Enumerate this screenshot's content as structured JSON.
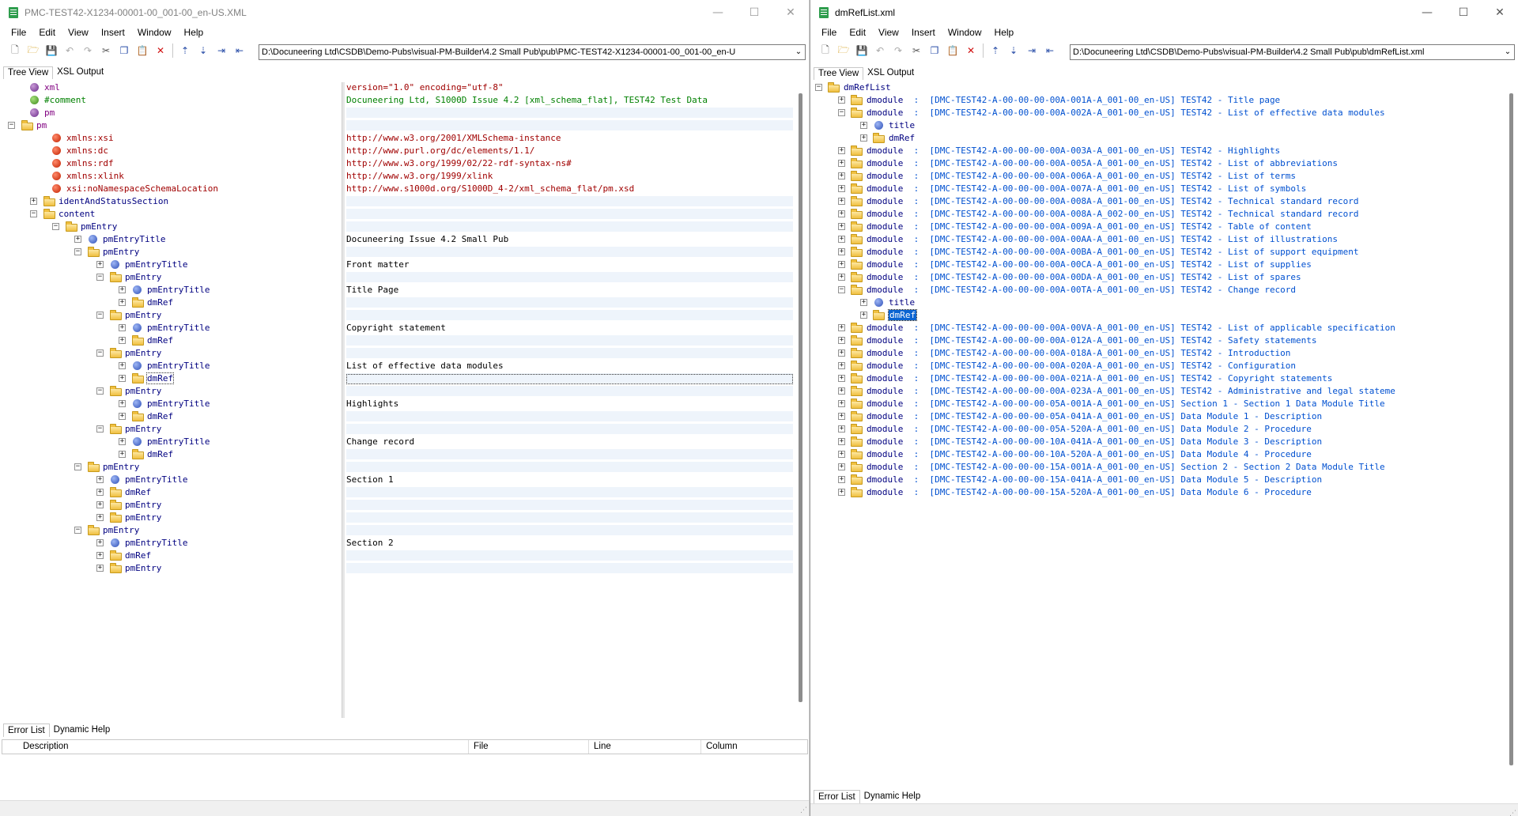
{
  "left_window": {
    "title": "PMC-TEST42-X1234-00001-00_001-00_en-US.XML",
    "controls": {
      "minimize": "—",
      "maximize": "☐",
      "close": "✕"
    },
    "menu": [
      "File",
      "Edit",
      "View",
      "Insert",
      "Window",
      "Help"
    ],
    "path": "D:\\Docuneering Ltd\\CSDB\\Demo-Pubs\\visual-PM-Builder\\4.2 Small Pub\\pub\\PMC-TEST42-X1234-00001-00_001-00_en-U",
    "tabs": [
      "Tree View",
      "XSL Output"
    ],
    "tree": [
      {
        "label": "xml",
        "icon": "dot-purple-icon",
        "depth": 0,
        "exp": "",
        "color": "purple",
        "value": "version=\"1.0\" encoding=\"utf-8\"",
        "vcolor": "red"
      },
      {
        "label": "#comment",
        "icon": "dot-green-icon",
        "depth": 0,
        "exp": "",
        "color": "green",
        "value": "Docuneering Ltd, S1000D Issue 4.2 [xml_schema_flat], TEST42 Test Data",
        "vcolor": "green"
      },
      {
        "label": "pm",
        "icon": "dot-purple-icon",
        "depth": 0,
        "exp": "",
        "color": "purple",
        "value": "",
        "vcolor": ""
      },
      {
        "label": "pm",
        "icon": "folder-icon",
        "depth": 0,
        "exp": "−",
        "color": "purple",
        "value": "",
        "vcolor": ""
      },
      {
        "label": "xmlns:xsi",
        "icon": "dot-red-icon",
        "depth": 1,
        "exp": "",
        "color": "red",
        "value": "http://www.w3.org/2001/XMLSchema-instance",
        "vcolor": "red"
      },
      {
        "label": "xmlns:dc",
        "icon": "dot-red-icon",
        "depth": 1,
        "exp": "",
        "color": "red",
        "value": "http://www.purl.org/dc/elements/1.1/",
        "vcolor": "red"
      },
      {
        "label": "xmlns:rdf",
        "icon": "dot-red-icon",
        "depth": 1,
        "exp": "",
        "color": "red",
        "value": "http://www.w3.org/1999/02/22-rdf-syntax-ns#",
        "vcolor": "red"
      },
      {
        "label": "xmlns:xlink",
        "icon": "dot-red-icon",
        "depth": 1,
        "exp": "",
        "color": "red",
        "value": "http://www.w3.org/1999/xlink",
        "vcolor": "red"
      },
      {
        "label": "xsi:noNamespaceSchemaLocation",
        "icon": "dot-red-icon",
        "depth": 1,
        "exp": "",
        "color": "red",
        "value": "http://www.s1000d.org/S1000D_4-2/xml_schema_flat/pm.xsd",
        "vcolor": "red"
      },
      {
        "label": "identAndStatusSection",
        "icon": "folder-icon",
        "depth": 1,
        "exp": "+",
        "color": "navy",
        "value": "",
        "vcolor": ""
      },
      {
        "label": "content",
        "icon": "folder-icon",
        "depth": 1,
        "exp": "−",
        "color": "navy",
        "value": "",
        "vcolor": ""
      },
      {
        "label": "pmEntry",
        "icon": "folder-icon",
        "depth": 2,
        "exp": "−",
        "color": "navy",
        "value": "",
        "vcolor": ""
      },
      {
        "label": "pmEntryTitle",
        "icon": "dot-blue-icon",
        "depth": 3,
        "exp": "+",
        "color": "navy",
        "value": "Docuneering Issue 4.2 Small Pub",
        "vcolor": "black"
      },
      {
        "label": "pmEntry",
        "icon": "folder-icon",
        "depth": 3,
        "exp": "−",
        "color": "navy",
        "value": "",
        "vcolor": ""
      },
      {
        "label": "pmEntryTitle",
        "icon": "dot-blue-icon",
        "depth": 4,
        "exp": "+",
        "color": "navy",
        "value": "Front matter",
        "vcolor": "black"
      },
      {
        "label": "pmEntry",
        "icon": "folder-icon",
        "depth": 4,
        "exp": "−",
        "color": "navy",
        "value": "",
        "vcolor": ""
      },
      {
        "label": "pmEntryTitle",
        "icon": "dot-blue-icon",
        "depth": 5,
        "exp": "+",
        "color": "navy",
        "value": "Title Page",
        "vcolor": "black"
      },
      {
        "label": "dmRef",
        "icon": "folder-icon",
        "depth": 5,
        "exp": "+",
        "color": "navy",
        "value": "",
        "vcolor": ""
      },
      {
        "label": "pmEntry",
        "icon": "folder-icon",
        "depth": 4,
        "exp": "−",
        "color": "navy",
        "value": "",
        "vcolor": ""
      },
      {
        "label": "pmEntryTitle",
        "icon": "dot-blue-icon",
        "depth": 5,
        "exp": "+",
        "color": "navy",
        "value": "Copyright statement",
        "vcolor": "black"
      },
      {
        "label": "dmRef",
        "icon": "folder-icon",
        "depth": 5,
        "exp": "+",
        "color": "navy",
        "value": "",
        "vcolor": ""
      },
      {
        "label": "pmEntry",
        "icon": "folder-icon",
        "depth": 4,
        "exp": "−",
        "color": "navy",
        "value": "",
        "vcolor": ""
      },
      {
        "label": "pmEntryTitle",
        "icon": "dot-blue-icon",
        "depth": 5,
        "exp": "+",
        "color": "navy",
        "value": "List of effective data modules",
        "vcolor": "black"
      },
      {
        "label": "dmRef",
        "icon": "folder-icon",
        "depth": 5,
        "exp": "+",
        "color": "navy",
        "value": "",
        "vcolor": "",
        "focused": true
      },
      {
        "label": "pmEntry",
        "icon": "folder-icon",
        "depth": 4,
        "exp": "−",
        "color": "navy",
        "value": "",
        "vcolor": ""
      },
      {
        "label": "pmEntryTitle",
        "icon": "dot-blue-icon",
        "depth": 5,
        "exp": "+",
        "color": "navy",
        "value": "Highlights",
        "vcolor": "black"
      },
      {
        "label": "dmRef",
        "icon": "folder-icon",
        "depth": 5,
        "exp": "+",
        "color": "navy",
        "value": "",
        "vcolor": ""
      },
      {
        "label": "pmEntry",
        "icon": "folder-icon",
        "depth": 4,
        "exp": "−",
        "color": "navy",
        "value": "",
        "vcolor": ""
      },
      {
        "label": "pmEntryTitle",
        "icon": "dot-blue-icon",
        "depth": 5,
        "exp": "+",
        "color": "navy",
        "value": "Change record",
        "vcolor": "black"
      },
      {
        "label": "dmRef",
        "icon": "folder-icon",
        "depth": 5,
        "exp": "+",
        "color": "navy",
        "value": "",
        "vcolor": ""
      },
      {
        "label": "pmEntry",
        "icon": "folder-icon",
        "depth": 3,
        "exp": "−",
        "color": "navy",
        "value": "",
        "vcolor": ""
      },
      {
        "label": "pmEntryTitle",
        "icon": "dot-blue-icon",
        "depth": 4,
        "exp": "+",
        "color": "navy",
        "value": "Section 1",
        "vcolor": "black"
      },
      {
        "label": "dmRef",
        "icon": "folder-icon",
        "depth": 4,
        "exp": "+",
        "color": "navy",
        "value": "",
        "vcolor": ""
      },
      {
        "label": "pmEntry",
        "icon": "folder-icon",
        "depth": 4,
        "exp": "+",
        "color": "navy",
        "value": "",
        "vcolor": ""
      },
      {
        "label": "pmEntry",
        "icon": "folder-icon",
        "depth": 4,
        "exp": "+",
        "color": "navy",
        "value": "",
        "vcolor": ""
      },
      {
        "label": "pmEntry",
        "icon": "folder-icon",
        "depth": 3,
        "exp": "−",
        "color": "navy",
        "value": "",
        "vcolor": ""
      },
      {
        "label": "pmEntryTitle",
        "icon": "dot-blue-icon",
        "depth": 4,
        "exp": "+",
        "color": "navy",
        "value": "Section 2",
        "vcolor": "black"
      },
      {
        "label": "dmRef",
        "icon": "folder-icon",
        "depth": 4,
        "exp": "+",
        "color": "navy",
        "value": "",
        "vcolor": ""
      },
      {
        "label": "pmEntry",
        "icon": "folder-icon",
        "depth": 4,
        "exp": "+",
        "color": "navy",
        "value": "",
        "vcolor": ""
      }
    ],
    "bottom_tabs": [
      "Error List",
      "Dynamic Help"
    ],
    "error_columns": [
      "Description",
      "File",
      "Line",
      "Column"
    ]
  },
  "right_window": {
    "title": "dmRefList.xml",
    "controls": {
      "minimize": "—",
      "maximize": "☐",
      "close": "✕"
    },
    "menu": [
      "File",
      "Edit",
      "View",
      "Insert",
      "Window",
      "Help"
    ],
    "path": "D:\\Docuneering Ltd\\CSDB\\Demo-Pubs\\visual-PM-Builder\\4.2 Small Pub\\pub\\dmRefList.xml",
    "tabs": [
      "Tree View",
      "XSL Output"
    ],
    "root": "dmRefList",
    "tree": [
      {
        "type": "dm",
        "exp": "+",
        "text": "dmodule  :  [DMC-TEST42-A-00-00-00-00A-001A-A_001-00_en-US] TEST42 - Title page"
      },
      {
        "type": "dm",
        "exp": "−",
        "text": "dmodule  :  [DMC-TEST42-A-00-00-00-00A-002A-A_001-00_en-US] TEST42 - List of effective data modules"
      },
      {
        "type": "child-title",
        "exp": "+",
        "text": "title"
      },
      {
        "type": "child-ref",
        "exp": "+",
        "text": "dmRef"
      },
      {
        "type": "dm",
        "exp": "+",
        "text": "dmodule  :  [DMC-TEST42-A-00-00-00-00A-003A-A_001-00_en-US] TEST42 - Highlights"
      },
      {
        "type": "dm",
        "exp": "+",
        "text": "dmodule  :  [DMC-TEST42-A-00-00-00-00A-005A-A_001-00_en-US] TEST42 - List of abbreviations"
      },
      {
        "type": "dm",
        "exp": "+",
        "text": "dmodule  :  [DMC-TEST42-A-00-00-00-00A-006A-A_001-00_en-US] TEST42 - List of terms"
      },
      {
        "type": "dm",
        "exp": "+",
        "text": "dmodule  :  [DMC-TEST42-A-00-00-00-00A-007A-A_001-00_en-US] TEST42 - List of symbols"
      },
      {
        "type": "dm",
        "exp": "+",
        "text": "dmodule  :  [DMC-TEST42-A-00-00-00-00A-008A-A_001-00_en-US] TEST42 - Technical standard record"
      },
      {
        "type": "dm",
        "exp": "+",
        "text": "dmodule  :  [DMC-TEST42-A-00-00-00-00A-008A-A_002-00_en-US] TEST42 - Technical standard record"
      },
      {
        "type": "dm",
        "exp": "+",
        "text": "dmodule  :  [DMC-TEST42-A-00-00-00-00A-009A-A_001-00_en-US] TEST42 - Table of content"
      },
      {
        "type": "dm",
        "exp": "+",
        "text": "dmodule  :  [DMC-TEST42-A-00-00-00-00A-00AA-A_001-00_en-US] TEST42 - List of illustrations"
      },
      {
        "type": "dm",
        "exp": "+",
        "text": "dmodule  :  [DMC-TEST42-A-00-00-00-00A-00BA-A_001-00_en-US] TEST42 - List of support equipment"
      },
      {
        "type": "dm",
        "exp": "+",
        "text": "dmodule  :  [DMC-TEST42-A-00-00-00-00A-00CA-A_001-00_en-US] TEST42 - List of supplies"
      },
      {
        "type": "dm",
        "exp": "+",
        "text": "dmodule  :  [DMC-TEST42-A-00-00-00-00A-00DA-A_001-00_en-US] TEST42 - List of spares"
      },
      {
        "type": "dm",
        "exp": "−",
        "text": "dmodule  :  [DMC-TEST42-A-00-00-00-00A-00TA-A_001-00_en-US] TEST42 - Change record"
      },
      {
        "type": "child-title",
        "exp": "+",
        "text": "title"
      },
      {
        "type": "child-ref",
        "exp": "+",
        "text": "dmRef",
        "selected": true
      },
      {
        "type": "dm",
        "exp": "+",
        "text": "dmodule  :  [DMC-TEST42-A-00-00-00-00A-00VA-A_001-00_en-US] TEST42 - List of applicable specification"
      },
      {
        "type": "dm",
        "exp": "+",
        "text": "dmodule  :  [DMC-TEST42-A-00-00-00-00A-012A-A_001-00_en-US] TEST42 - Safety statements"
      },
      {
        "type": "dm",
        "exp": "+",
        "text": "dmodule  :  [DMC-TEST42-A-00-00-00-00A-018A-A_001-00_en-US] TEST42 - Introduction"
      },
      {
        "type": "dm",
        "exp": "+",
        "text": "dmodule  :  [DMC-TEST42-A-00-00-00-00A-020A-A_001-00_en-US] TEST42 - Configuration"
      },
      {
        "type": "dm",
        "exp": "+",
        "text": "dmodule  :  [DMC-TEST42-A-00-00-00-00A-021A-A_001-00_en-US] TEST42 - Copyright statements"
      },
      {
        "type": "dm",
        "exp": "+",
        "text": "dmodule  :  [DMC-TEST42-A-00-00-00-00A-023A-A_001-00_en-US] TEST42 - Administrative and legal stateme"
      },
      {
        "type": "dm",
        "exp": "+",
        "text": "dmodule  :  [DMC-TEST42-A-00-00-00-05A-001A-A_001-00_en-US] Section 1 - Section 1 Data Module Title"
      },
      {
        "type": "dm",
        "exp": "+",
        "text": "dmodule  :  [DMC-TEST42-A-00-00-00-05A-041A-A_001-00_en-US] Data Module 1 - Description"
      },
      {
        "type": "dm",
        "exp": "+",
        "text": "dmodule  :  [DMC-TEST42-A-00-00-00-05A-520A-A_001-00_en-US] Data Module 2 - Procedure"
      },
      {
        "type": "dm",
        "exp": "+",
        "text": "dmodule  :  [DMC-TEST42-A-00-00-00-10A-041A-A_001-00_en-US] Data Module 3 - Description"
      },
      {
        "type": "dm",
        "exp": "+",
        "text": "dmodule  :  [DMC-TEST42-A-00-00-00-10A-520A-A_001-00_en-US] Data Module 4 - Procedure"
      },
      {
        "type": "dm",
        "exp": "+",
        "text": "dmodule  :  [DMC-TEST42-A-00-00-00-15A-001A-A_001-00_en-US] Section 2 - Section 2 Data Module Title"
      },
      {
        "type": "dm",
        "exp": "+",
        "text": "dmodule  :  [DMC-TEST42-A-00-00-00-15A-041A-A_001-00_en-US] Data Module 5 - Description"
      },
      {
        "type": "dm",
        "exp": "+",
        "text": "dmodule  :  [DMC-TEST42-A-00-00-00-15A-520A-A_001-00_en-US] Data Module 6 - Procedure"
      }
    ],
    "bottom_tabs": [
      "Error List",
      "Dynamic Help"
    ]
  },
  "colors": {
    "accent": "#0a64d2",
    "element": "#000080",
    "attribute": "#a00000",
    "comment": "#008000",
    "pi": "#800080",
    "link": "#0050d0"
  },
  "toolbar_icons": [
    "new-file-icon",
    "open-folder-icon",
    "save-icon",
    "undo-icon",
    "redo-icon",
    "cut-icon",
    "copy-icon",
    "paste-icon",
    "delete-icon",
    "move-up-icon",
    "move-down-icon",
    "indent-icon",
    "outdent-icon"
  ]
}
